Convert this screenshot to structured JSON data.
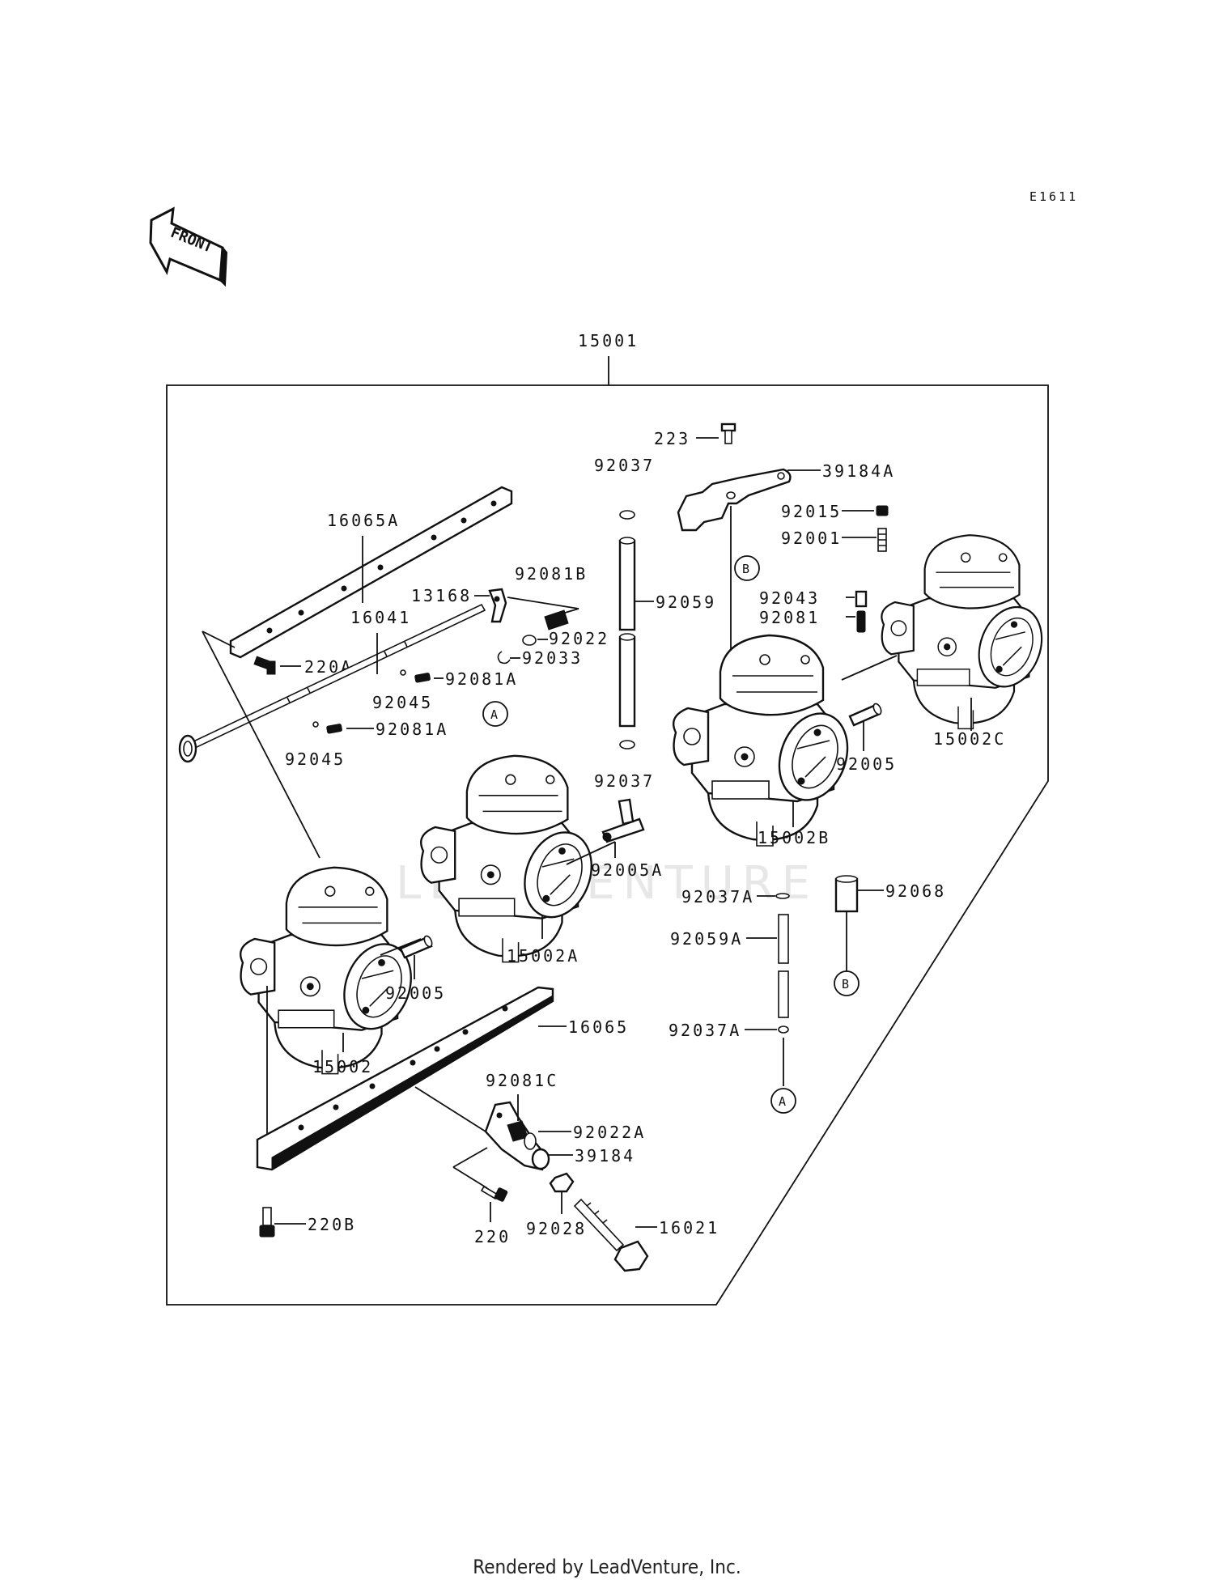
{
  "diagram_code": "E1611",
  "front_label": "FRONT",
  "assembly": "15001",
  "watermark": "LEADVENTURE",
  "footer": "Rendered by LeadVenture, Inc.",
  "refs": {
    "A": "A",
    "B": "B"
  },
  "labels": {
    "p223": "223",
    "p39184A": "39184A",
    "p92037_top": "92037",
    "p92015": "92015",
    "p92001": "92001",
    "p16065A": "16065A",
    "p92081B": "92081B",
    "p13168": "13168",
    "p92059": "92059",
    "p92043": "92043",
    "p92081": "92081",
    "p16041": "16041",
    "p92022": "92022",
    "p92033": "92033",
    "p220A": "220A",
    "p92081A_1": "92081A",
    "p92045_1": "92045",
    "p92081A_2": "92081A",
    "p92045_2": "92045",
    "p15002C": "15002C",
    "p92005_right": "92005",
    "p92037_mid": "92037",
    "p15002B": "15002B",
    "p92005A": "92005A",
    "p92037A_1": "92037A",
    "p92068": "92068",
    "p92059A": "92059A",
    "p15002A": "15002A",
    "p92005_left": "92005",
    "p16065": "16065",
    "p92037A_2": "92037A",
    "p15002": "15002",
    "p92081C": "92081C",
    "p92022A": "92022A",
    "p39184": "39184",
    "p220B": "220B",
    "p220": "220",
    "p92028": "92028",
    "p16021": "16021"
  }
}
